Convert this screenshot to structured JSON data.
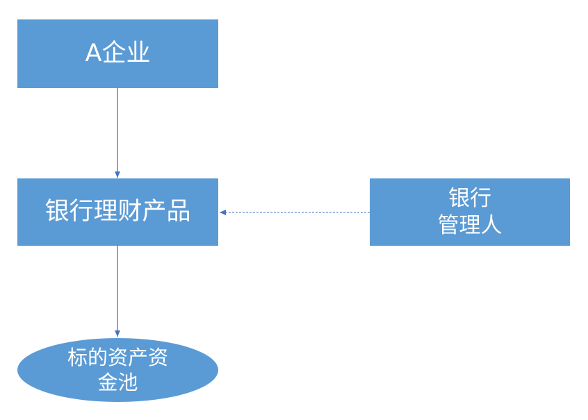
{
  "nodes": {
    "company_a": {
      "label": "A企业"
    },
    "wealth_product": {
      "label": "银行理财产品"
    },
    "bank_manager": {
      "line1": "银行",
      "line2": "管理人"
    },
    "asset_pool": {
      "line1": "标的资产资",
      "line2": "金池"
    }
  },
  "colors": {
    "node_fill": "#5b9bd5",
    "connector": "#4472c4",
    "text": "#ffffff"
  }
}
